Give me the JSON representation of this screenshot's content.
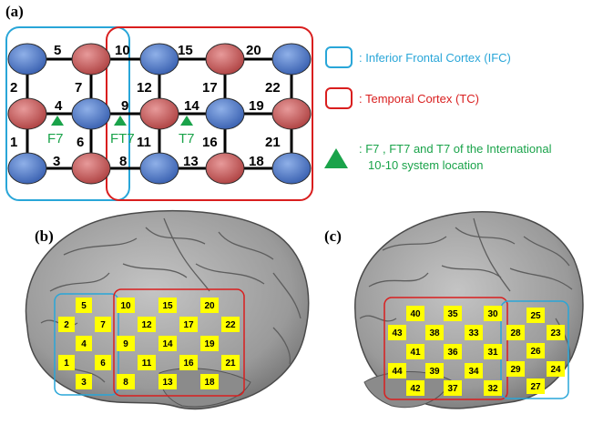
{
  "panels": {
    "a": "(a)",
    "b": "(b)",
    "c": "(c)"
  },
  "colors": {
    "ifc": "#29a6d8",
    "tc": "#d91e1e",
    "source": "#c85a5a",
    "detector": "#4f7bc9",
    "marker": "#1aa34a",
    "square": "#ffff00"
  },
  "legend": {
    "ifc_text": ": Inferior Frontal Cortex (IFC)",
    "tc_text": ": Temporal Cortex (TC)",
    "marker_line1": ": F7 , FT7 and T7 of the International",
    "marker_line2": "10-10 system location"
  },
  "positions": [
    "F7",
    "FT7",
    "T7"
  ],
  "channels": [
    "1",
    "2",
    "3",
    "4",
    "5",
    "6",
    "7",
    "8",
    "9",
    "10",
    "11",
    "12",
    "13",
    "14",
    "15",
    "16",
    "17",
    "18",
    "19",
    "20",
    "21",
    "22"
  ],
  "left_brain_grid": {
    "ifc_numbers": [
      "5",
      "2",
      "7",
      "4",
      "1",
      "6",
      "3"
    ],
    "tc_numbers": [
      "10",
      "15",
      "20",
      "12",
      "17",
      "22",
      "9",
      "14",
      "19",
      "11",
      "16",
      "21",
      "8",
      "13",
      "18"
    ]
  },
  "right_brain_grid": {
    "tc_numbers": [
      "40",
      "35",
      "30",
      "43",
      "38",
      "33",
      "41",
      "36",
      "31",
      "44",
      "39",
      "34",
      "42",
      "37",
      "32"
    ],
    "ifc_numbers": [
      "25",
      "28",
      "23",
      "26",
      "29",
      "24",
      "27"
    ]
  }
}
